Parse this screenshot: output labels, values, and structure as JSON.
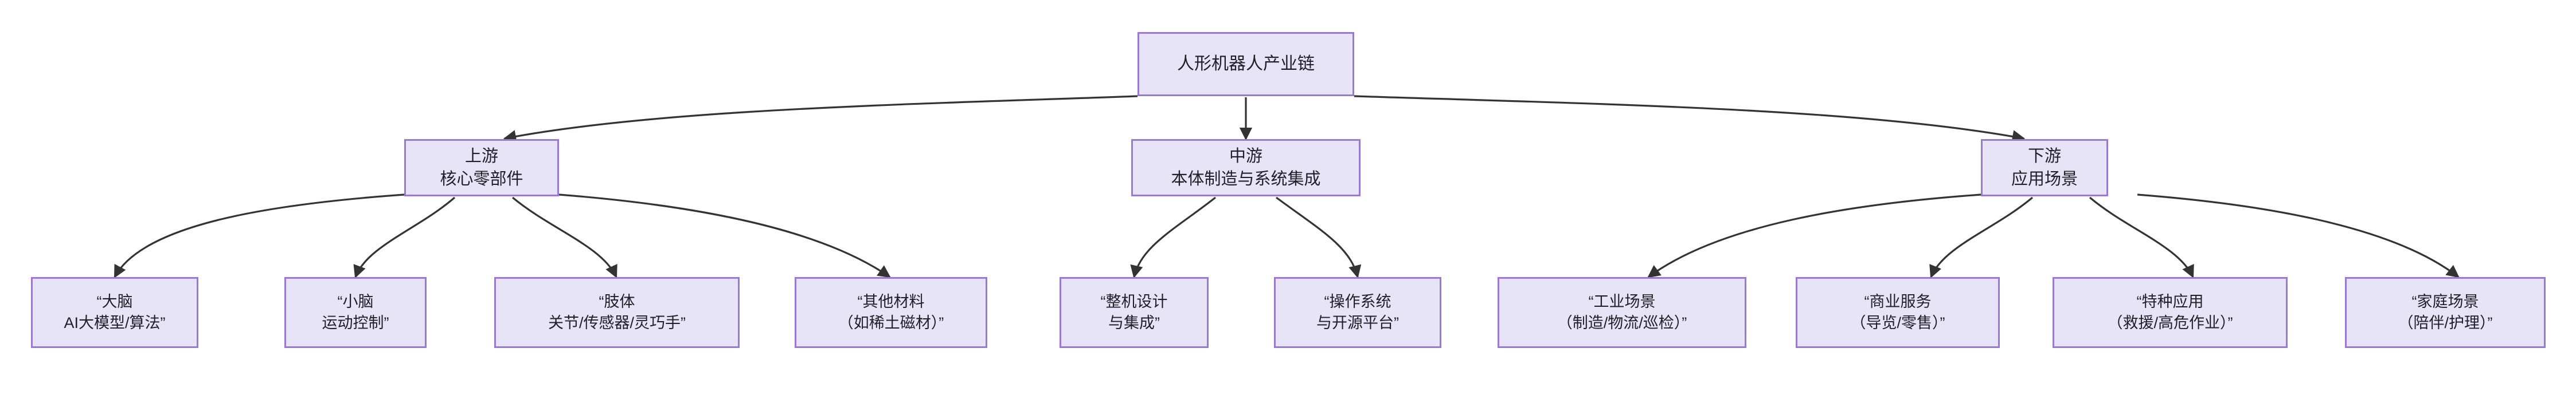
{
  "diagram": {
    "type": "flowchart",
    "direction": "top-down",
    "title_node": "人形机器人产业链",
    "theme": {
      "node_fill": "#e8e4f8",
      "node_border": "#9b79d0",
      "edge_color": "#333333",
      "text_color": "#1f1f25",
      "background": "#ffffff"
    },
    "nodes": [
      {
        "id": "root",
        "lines": [
          "人形机器人产业链"
        ],
        "level": 0
      },
      {
        "id": "upstream",
        "lines": [
          "上游",
          "核心零部件"
        ],
        "level": 1
      },
      {
        "id": "midstream",
        "lines": [
          "中游",
          "本体制造与系统集成"
        ],
        "level": 1
      },
      {
        "id": "downstream",
        "lines": [
          "下游",
          "应用场景"
        ],
        "level": 1
      },
      {
        "id": "brain",
        "lines": [
          "“大脑",
          "AI大模型/算法”"
        ],
        "level": 2,
        "parent": "upstream"
      },
      {
        "id": "cerebellum",
        "lines": [
          "“小脑",
          "运动控制”"
        ],
        "level": 2,
        "parent": "upstream"
      },
      {
        "id": "limbs",
        "lines": [
          "“肢体",
          "关节/传感器/灵巧手”"
        ],
        "level": 2,
        "parent": "upstream"
      },
      {
        "id": "materials",
        "lines": [
          "“其他材料",
          "（如稀土磁材）”"
        ],
        "level": 2,
        "parent": "upstream"
      },
      {
        "id": "assembly",
        "lines": [
          "“整机设计",
          "与集成”"
        ],
        "level": 2,
        "parent": "midstream"
      },
      {
        "id": "os",
        "lines": [
          "“操作系统",
          "与开源平台”"
        ],
        "level": 2,
        "parent": "midstream"
      },
      {
        "id": "industrial",
        "lines": [
          "“工业场景",
          "（制造/物流/巡检）”"
        ],
        "level": 2,
        "parent": "downstream"
      },
      {
        "id": "commercial",
        "lines": [
          "“商业服务",
          "（导览/零售）”"
        ],
        "level": 2,
        "parent": "downstream"
      },
      {
        "id": "special",
        "lines": [
          "“特种应用",
          "（救援/高危作业）”"
        ],
        "level": 2,
        "parent": "downstream"
      },
      {
        "id": "home",
        "lines": [
          "“家庭场景",
          "（陪伴/护理）”"
        ],
        "level": 2,
        "parent": "downstream"
      }
    ],
    "edges": [
      {
        "from": "root",
        "to": "upstream"
      },
      {
        "from": "root",
        "to": "midstream"
      },
      {
        "from": "root",
        "to": "downstream"
      },
      {
        "from": "upstream",
        "to": "brain"
      },
      {
        "from": "upstream",
        "to": "cerebellum"
      },
      {
        "from": "upstream",
        "to": "limbs"
      },
      {
        "from": "upstream",
        "to": "materials"
      },
      {
        "from": "midstream",
        "to": "assembly"
      },
      {
        "from": "midstream",
        "to": "os"
      },
      {
        "from": "downstream",
        "to": "industrial"
      },
      {
        "from": "downstream",
        "to": "commercial"
      },
      {
        "from": "downstream",
        "to": "special"
      },
      {
        "from": "downstream",
        "to": "home"
      }
    ]
  }
}
